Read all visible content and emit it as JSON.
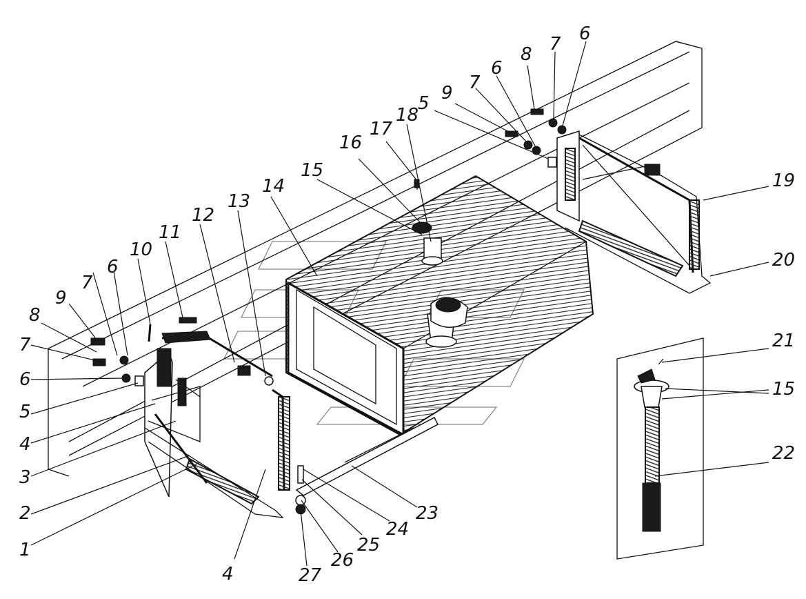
{
  "diagram": {
    "callouts": [
      "1",
      "2",
      "3",
      "4",
      "4",
      "5",
      "5",
      "6",
      "6",
      "6",
      "6",
      "7",
      "7",
      "7",
      "7",
      "8",
      "8",
      "9",
      "9",
      "10",
      "11",
      "12",
      "13",
      "14",
      "15",
      "15",
      "16",
      "17",
      "18",
      "19",
      "20",
      "21",
      "22",
      "23",
      "24",
      "25",
      "26",
      "27"
    ]
  }
}
